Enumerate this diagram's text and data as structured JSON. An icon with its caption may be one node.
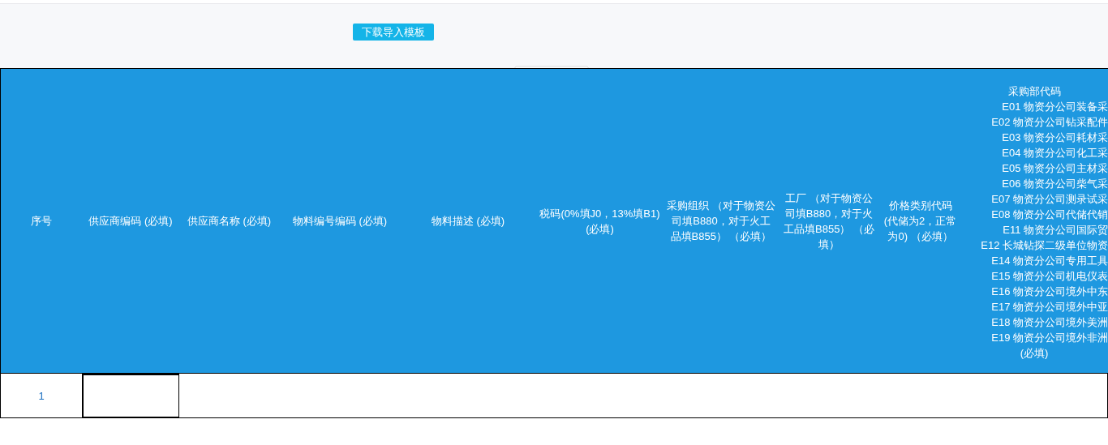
{
  "diagram": {
    "labels": [
      "下载导入模板",
      "序号",
      "供应商编码 (必填)",
      "供应商名称 (必填)",
      "物料编号编码 (必填)",
      "物料描述 (必填)",
      "税码(0%填J0，13%填B1) (必填)",
      "采购组织 （对于物资公司填B880，对于火工品填B855） （必填）",
      "工厂 （对于物资公司填B880，对于火工品填B855） （必填）",
      "价格类别代码(代储为2，正常为0) （必填）",
      "采购部代码",
      "E01 物资分公司装备采",
      "E02 物资分公司钻采配件",
      "E03 物资分公司耗材采",
      "E04 物资分公司化工采",
      "E05 物资分公司主材采",
      "E06 物资分公司柴气采",
      "E07 物资分公司测录试采",
      "E08 物资分公司代储代销",
      "E11 物资分公司国际贸",
      "E12 长城钻探二级单位物资",
      "E14 物资分公司专用工具",
      "E15 物资分公司机电仪表",
      "E16 物资分公司境外中东",
      "E17 物资分公司境外中亚",
      "E18 物资分公司境外美洲",
      "E19 物资分公司境外非洲",
      "(必填)",
      "1"
    ]
  }
}
